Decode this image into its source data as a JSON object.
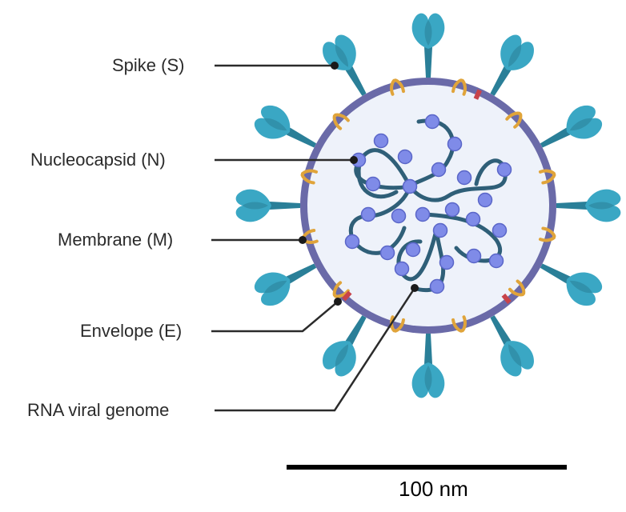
{
  "labels": {
    "spike": "Spike (S)",
    "nucleocapsid": "Nucleocapsid (N)",
    "membrane": "Membrane (M)",
    "envelope": "Envelope (E)",
    "rna": "RNA viral genome"
  },
  "scale_bar": {
    "text": "100 nm"
  },
  "colors": {
    "capsid_fill": "#eef2fa",
    "envelope_ring": "#6a6aa8",
    "spike": "#3aa7c4",
    "spike_dark": "#2a7f98",
    "membrane_protein": "#e0a43a",
    "envelope_protein": "#c8434a",
    "nucleocapsid_bead": "#7f8be8",
    "rna_strand": "#2f5f78",
    "leader_line": "#2b2b2b"
  },
  "icons": [
    "spike-protein-icon",
    "membrane-protein-icon",
    "nucleocapsid-bead-icon"
  ]
}
